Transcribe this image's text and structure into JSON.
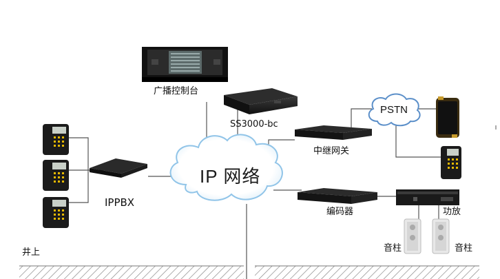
{
  "network": {
    "cloud_label": "IP 网络",
    "pstn_label": "PSTN"
  },
  "devices": {
    "console": "广播控制台",
    "ss3000": "SS3000-bc",
    "gateway": "中继网关",
    "ippbx": "IPPBX",
    "encoder": "编码器",
    "amplifier": "功放",
    "speaker_left": "音柱",
    "speaker_right": "音柱"
  },
  "zones": {
    "surface": "井上"
  },
  "colors": {
    "line": "#555555",
    "cloud_fill": "#ffffff",
    "cloud_stroke": "#8ec3e6",
    "device_dark": "#1c1c1c",
    "hatch": "#888888"
  }
}
